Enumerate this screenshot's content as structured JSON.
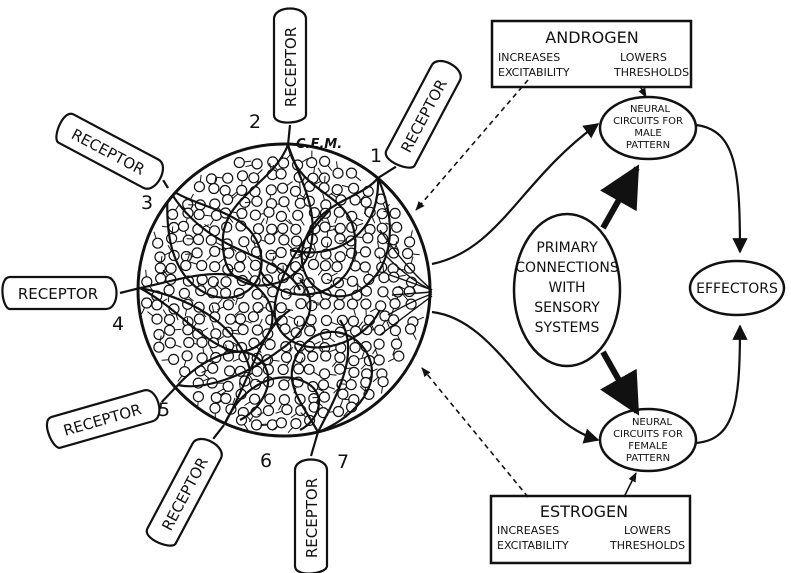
{
  "receptor_label": "RECEPTOR",
  "receptor_numbers": [
    "1",
    "2",
    "3",
    "4",
    "5",
    "6",
    "7"
  ],
  "center_label": "C.E.M.",
  "androgen": {
    "title": "ANDROGEN",
    "left_line1": "INCREASES",
    "left_line2": "EXCITABILITY",
    "right_line1": "LOWERS",
    "right_line2": "THRESHOLDS"
  },
  "estrogen": {
    "title": "ESTROGEN",
    "left_line1": "INCREASES",
    "left_line2": "EXCITABILITY",
    "right_line1": "LOWERS",
    "right_line2": "THRESHOLDS"
  },
  "male_circuit": {
    "line1": "NEURAL",
    "line2": "CIRCUITS FOR",
    "line3": "MALE",
    "line4": "PATTERN"
  },
  "female_circuit": {
    "line1": "NEURAL",
    "line2": "CIRCUITS FOR",
    "line3": "FEMALE",
    "line4": "PATTERN"
  },
  "primary": {
    "line1": "PRIMARY",
    "line2": "CONNECTIONS",
    "line3": "WITH",
    "line4": "SENSORY",
    "line5": "SYSTEMS"
  },
  "effectors": "EFFECTORS"
}
